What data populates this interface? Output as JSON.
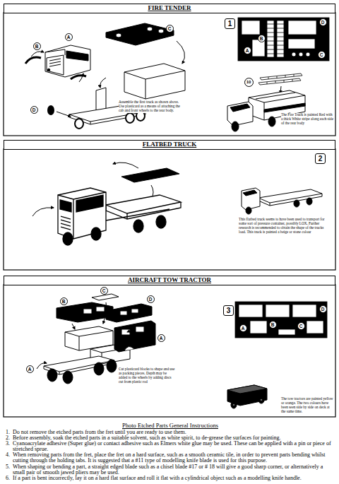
{
  "diagram": {
    "nodes": [
      {
        "text": [
          "FIRE TENDER"
        ]
      },
      {
        "text": [
          "FLATBED TRUCK"
        ]
      },
      {
        "text": [
          "AIRCRAFT TOW TRACTOR"
        ]
      }
    ],
    "labels": [
      "A",
      "B",
      "C",
      "D",
      "1",
      "D",
      "B",
      "A",
      "C",
      "10",
      "Assemble the first truck as shown above. Use plasticard as a means of attaching the cab and front wheels to the rear body.",
      "The Fire Truck is painted Red with a thick White stripe along each side of the rear body",
      "2",
      "This flatbed truck seems to have been used to transport for some sort of pressure container, possibly LOX. Further research is recommended to obtain the shape of the trucks load. This truck is painted a beige or stone colour",
      "C",
      "B",
      "D",
      "A",
      "A",
      "3",
      "D",
      "A",
      "B",
      "C",
      "Cut plasticard blocks to shape and use as packing pieces. Depth may be added to the wheels by adding discs cut from plastic rod",
      "The tow tractors are painted yellow or orange. The two colours have been seen side by side on deck at the same time.",
      "Photo Etched Parts General Instructions",
      "1.",
      "Do not remove the etched parts from the fret until you are ready to use them.",
      "2.",
      "Before assembly, soak the etched parts in a suitable solvent, such as white spirit, to de-grease the surfaces for painting.",
      "3.",
      "Cyanoacrylate adhesive (Super glue) or contact adhesive such as Elmers white glue may be used. These can be applied with a pin or piece of stretched sprue.",
      "4.",
      "When removing parts from the fret, place the fret on a hard surface, such as a smooth ceramic tile, in order to prevent parts bending whilst cutting through the holding tabs. It is suggested that a #11 type of modelling knife blade is used for this purpose.",
      "5.",
      "When shaping or bending a part, a straight edged blade such as a chisel blade #17 or # 18 will give a good sharp corner, or alternatively a small pair of smooth jawed pliers may be used.",
      "6.",
      "If a part is bent incorrectly, lay it on a hard flat surface and roll it flat with a cylindrical object such as a modelling knife handle."
    ]
  }
}
